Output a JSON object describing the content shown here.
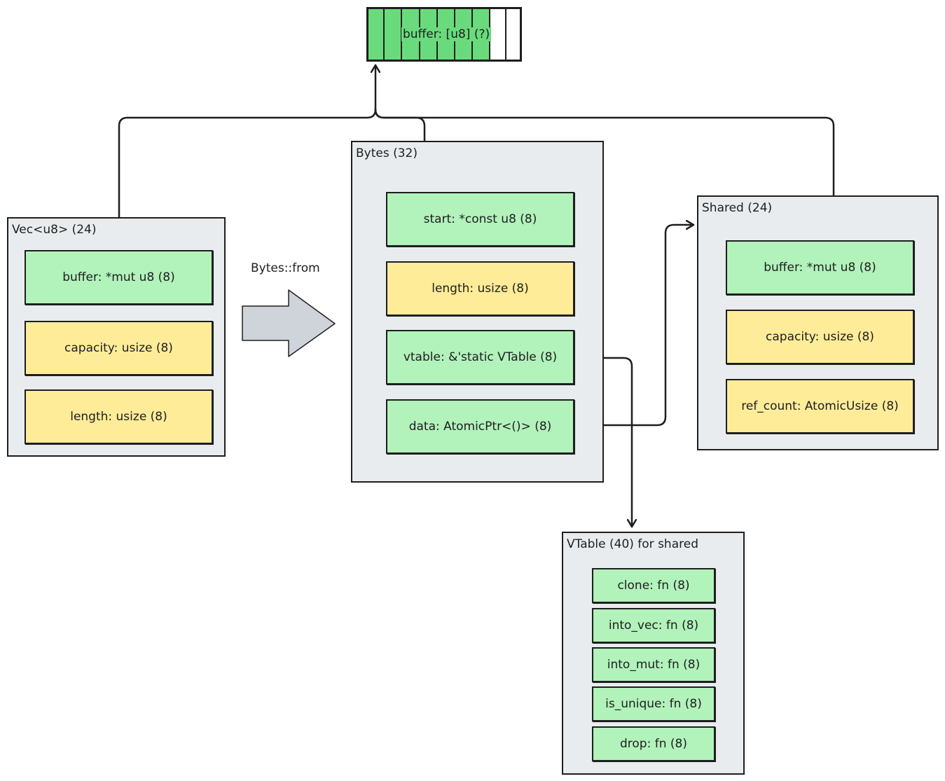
{
  "buffer": {
    "label": "buffer: [u8] (?)",
    "filled_cells": 7,
    "total_cells": 9
  },
  "vec": {
    "title": "Vec<u8> (24)",
    "fields": [
      "buffer: *mut u8 (8)",
      "capacity: usize (8)",
      "length: usize (8)"
    ]
  },
  "conversion": {
    "label": "Bytes::from"
  },
  "bytes": {
    "title": "Bytes (32)",
    "fields": [
      "start: *const u8 (8)",
      "length: usize (8)",
      "vtable: &'static VTable (8)",
      "data: AtomicPtr<()> (8)"
    ]
  },
  "shared": {
    "title": "Shared (24)",
    "fields": [
      "buffer: *mut u8 (8)",
      "capacity: usize (8)",
      "ref_count: AtomicUsize (8)"
    ]
  },
  "vtable": {
    "title": "VTable (40) for shared",
    "fields": [
      "clone: fn (8)",
      "into_vec: fn (8)",
      "into_mut: fn (8)",
      "is_unique: fn (8)",
      "drop: fn (8)"
    ]
  },
  "colors": {
    "pointer_field": "#b2f2bb",
    "value_field": "#ffec99",
    "container": "#e9ecef",
    "buffer_fill": "#69db7c",
    "stroke": "#1e1e1e"
  }
}
